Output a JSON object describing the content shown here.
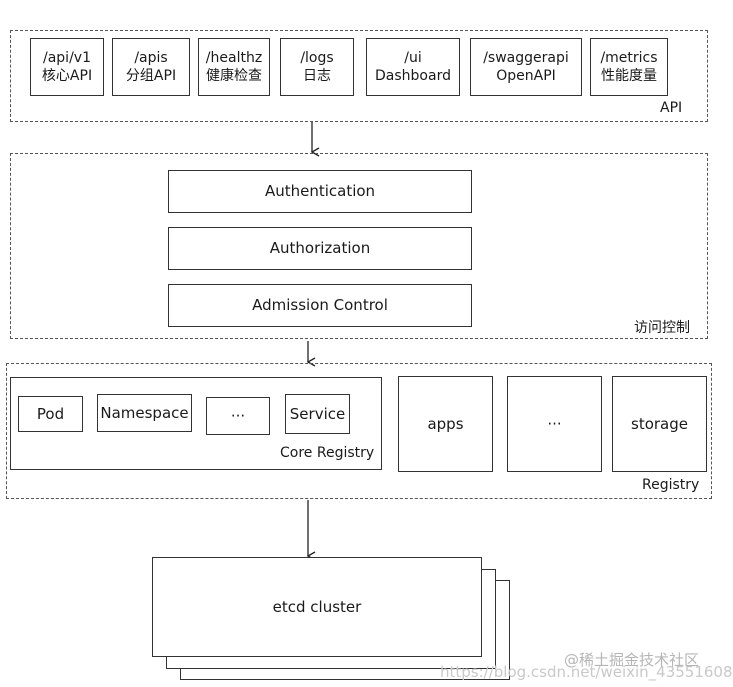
{
  "api_layer": {
    "label": "API",
    "endpoints": [
      {
        "path": "/api/v1",
        "desc": "核心API"
      },
      {
        "path": "/apis",
        "desc": "分组API"
      },
      {
        "path": "/healthz",
        "desc": "健康检查"
      },
      {
        "path": "/logs",
        "desc": "日志"
      },
      {
        "path": "/ui",
        "desc": "Dashboard"
      },
      {
        "path": "/swaggerapi",
        "desc": "OpenAPI"
      },
      {
        "path": "/metrics",
        "desc": "性能度量"
      }
    ]
  },
  "access_control": {
    "label": "访问控制",
    "steps": [
      "Authentication",
      "Authorization",
      "Admission Control"
    ]
  },
  "registry": {
    "label": "Registry",
    "core": {
      "label": "Core Registry",
      "items": [
        "Pod",
        "Namespace",
        "···",
        "Service"
      ]
    },
    "groups": [
      "apps",
      "···",
      "storage"
    ]
  },
  "etcd": {
    "label": "etcd cluster"
  },
  "watermark": {
    "url": "https://blog.csdn.net/weixin_43551608",
    "brand": "@稀土掘金技术社区"
  }
}
